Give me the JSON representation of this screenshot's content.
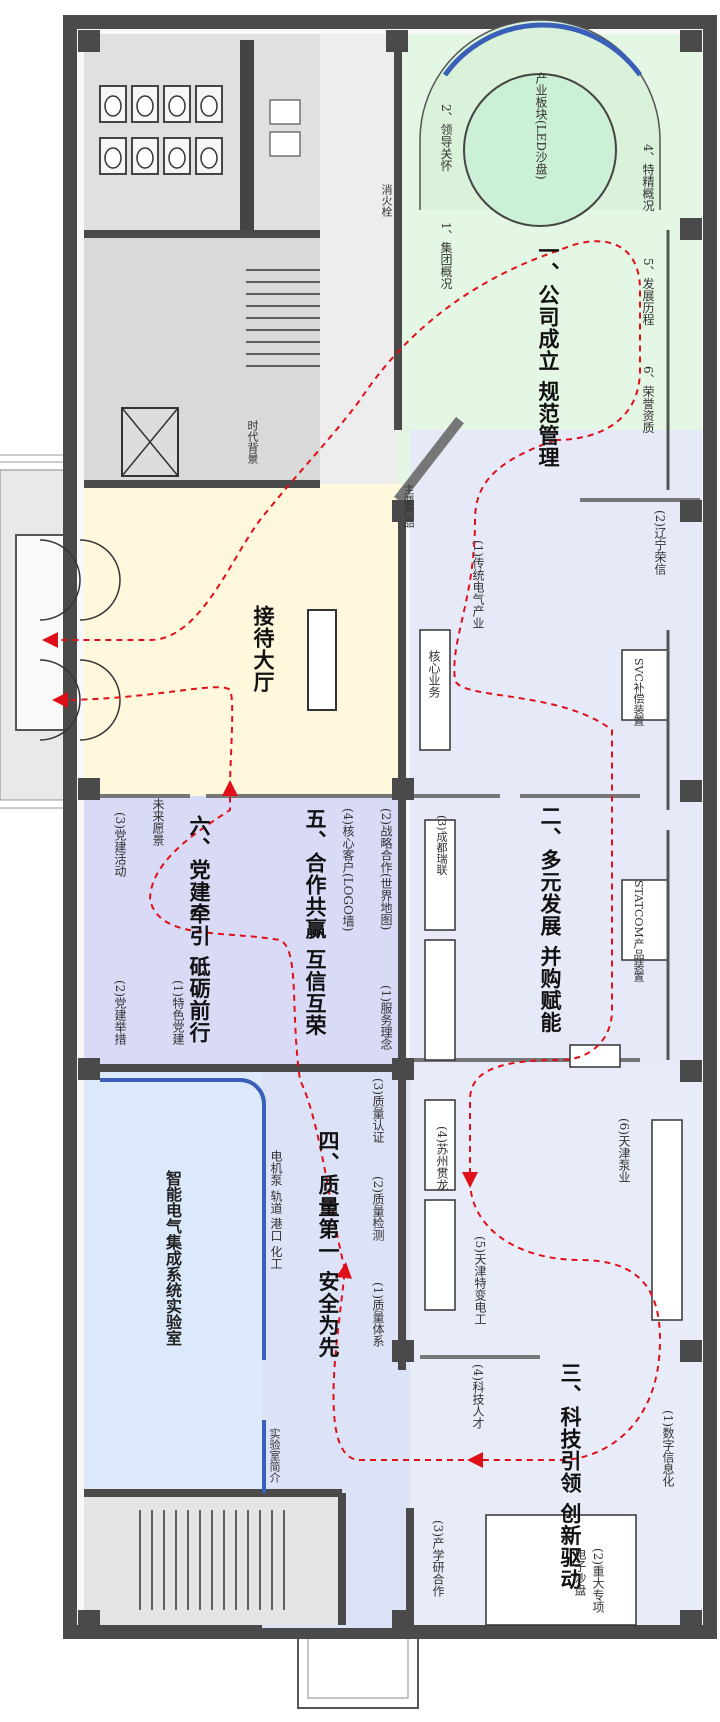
{
  "sections": {
    "s1": "一、公司成立 规范管理",
    "s2": "二、多元发展 并购赋能",
    "s3": "三、科技引领 创新驱动",
    "s4": "四、质量第一 安全为先",
    "s5": "五、合作共赢 互信互荣",
    "s6": "六、党建牵引 砥砺前行"
  },
  "rooms": {
    "reception": "接待大厅",
    "lab": "智能电气集成系统实验室"
  },
  "exhibits": {
    "e1_1": "1、集团概况",
    "e1_2": "2、领导关怀",
    "e1_3": "产业板块(LED沙盘)",
    "e1_4": "4、特精概况",
    "e1_5": "5、发展历程",
    "e1_6": "6、荣誉资质",
    "fire": "消火栓",
    "era": "时代背景",
    "main_products": "主要产品",
    "e2_1": "(1)传统电气产业",
    "e2_2": "(2)辽宁荣信",
    "core_business": "核心业务",
    "svc": "SVC补偿装置",
    "statcom": "STATCOM产品装置",
    "e2_3": "(3)成都瑞联",
    "e2_4": "(4)苏州贯龙",
    "e2_5": "(5)天津特变电工",
    "e2_6": "(6)天津泵业",
    "e3_1": "(1)数字信息化",
    "e3_2": "(2)重大专项",
    "e3_3": "(3)产学研合作",
    "e3_4": "(4)科技人才",
    "sandtable": "电子沙盘",
    "e4_1": "(1)质量体系",
    "e4_2": "(2)质量检测",
    "e4_3": "(3)质量认证",
    "e5_1": "(1)服务理念",
    "e5_2": "(2)战略合作(世界地图)",
    "e5_4": "(4)核心客户(LOGO墙)",
    "e6_1": "(1)特色党建",
    "e6_2": "(2)党建举措",
    "e6_3": "(3)党建活动",
    "future": "未来愿景",
    "lab_intro": "实验室简介",
    "lab_tags": "电机泵 轨道 港口 化工"
  },
  "colors": {
    "wall": "#4a4a4a",
    "route": "#e0101a",
    "zone1": "#e4f6e4",
    "zone2": "#e6eaf8",
    "reception": "#fff8dc",
    "zone56": "#d8daf6",
    "lab": "#dbe9fb",
    "service": "#e2e2e2"
  }
}
